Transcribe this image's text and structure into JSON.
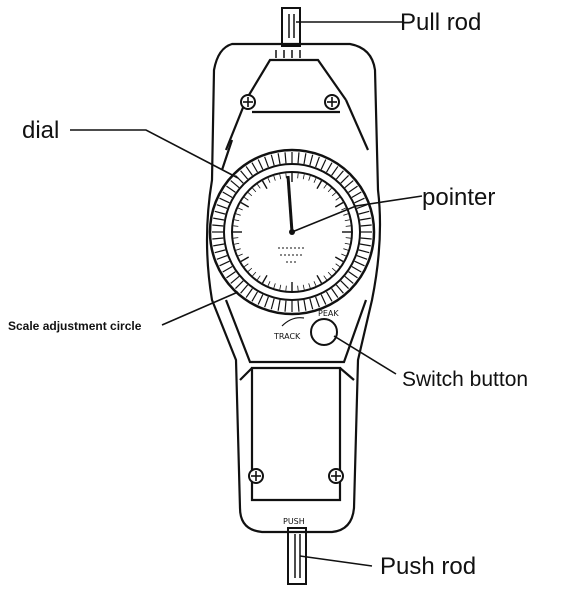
{
  "labels": {
    "pull_rod": "Pull rod",
    "dial": "dial",
    "pointer": "pointer",
    "scale_adjustment_circle": "Scale adjustment circle",
    "switch_button": "Switch button",
    "push_rod": "Push rod"
  },
  "device_text": {
    "peak": "PEAK",
    "track": "TRACK",
    "push": "PUSH"
  },
  "colors": {
    "ink": "#111111",
    "background": "#ffffff"
  },
  "icons": [
    "screw-icon",
    "pointer-needle",
    "switch-knob"
  ]
}
